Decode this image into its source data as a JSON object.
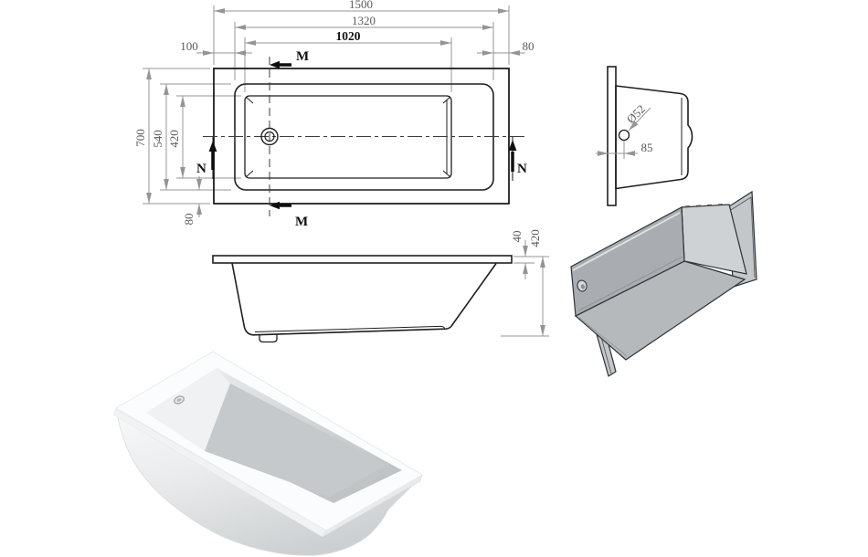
{
  "sheet": {
    "description": "Bathtub technical drawing, four views"
  },
  "views": {
    "plan": {
      "dims": {
        "overall_length": "1500",
        "rim_length": "1320",
        "basin_length": "1020",
        "left_offset": "100",
        "right_offset": "80",
        "overall_width": "700",
        "rim_width": "540",
        "basin_width": "420",
        "rim_edge_offset": "80"
      },
      "section_labels": {
        "m": "M",
        "n": "N"
      }
    },
    "end": {
      "dims": {
        "drain_diameter": "Ø52",
        "drain_offset": "85"
      }
    },
    "side": {
      "dims": {
        "rim_drop": "40",
        "overall_height": "420"
      }
    }
  },
  "colors": {
    "outline": "#1f1f1f",
    "dimension_line": "#949494",
    "dimension_text": "#5a5a5a",
    "section_text": "#0f0f0f",
    "iso_panel_grey": "#a9adb1",
    "iso_wall_grey": "#ced2d5",
    "iso_floor_grey": "#b5b9bc",
    "render_white": "#fbfcfd",
    "render_cavity_grey": "#c6c9cb"
  }
}
